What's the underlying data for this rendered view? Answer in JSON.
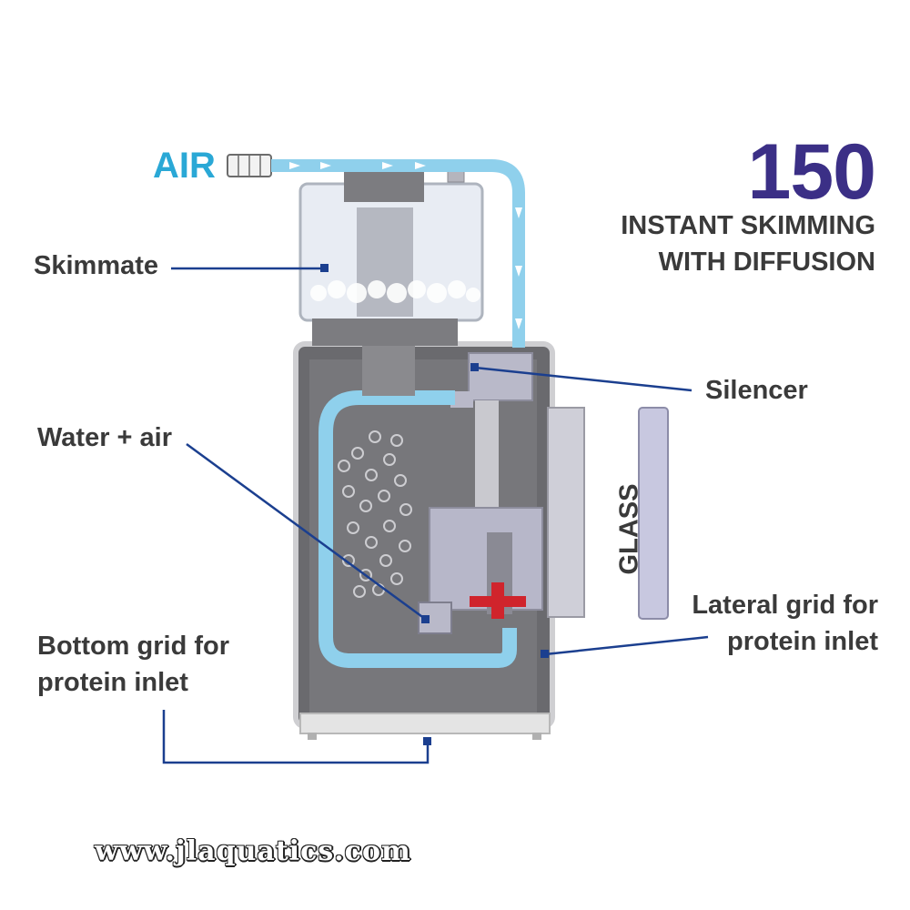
{
  "header": {
    "air_label": "AIR",
    "model_number": "150",
    "tagline_line1": "INSTANT SKIMMING",
    "tagline_line2": "WITH DIFFUSION"
  },
  "labels": {
    "skimmate": "Skimmate",
    "silencer": "Silencer",
    "water_air": "Water + air",
    "glass": "GLASS",
    "lateral_grid_line1": "Lateral grid for",
    "lateral_grid_line2": "protein inlet",
    "bottom_grid_line1": "Bottom grid for",
    "bottom_grid_line2": "protein inlet"
  },
  "watermark": "www.jlaquatics.com",
  "colors": {
    "air_blue": "#2aa8d6",
    "tube_blue": "#8fd0ec",
    "leader_navy": "#1b3f8f",
    "title_purple": "#3b2f86",
    "body_gray": "#6e6e72",
    "pump_red": "#d0242c"
  }
}
